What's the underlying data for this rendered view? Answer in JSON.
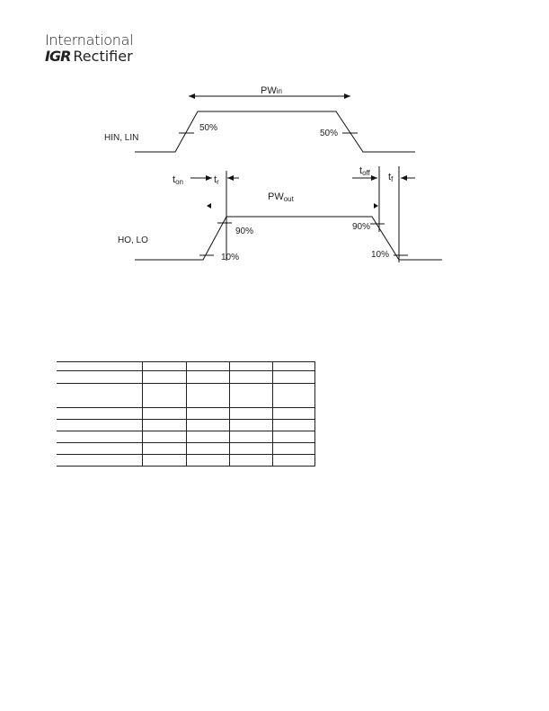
{
  "header": {
    "logo_line1": "International",
    "logo_mark": "IGR",
    "logo_line2": "Rectifier"
  },
  "diagram": {
    "pw_in_main": "PW",
    "pw_in_sub": "in",
    "pw_out_main": "PW",
    "pw_out_sub": "out",
    "input_signal_label": "HIN, LIN",
    "output_signal_label": "HO, LO",
    "rise_50": "50%",
    "fall_50": "50%",
    "t_on_main": "t",
    "t_on_sub": "on",
    "t_r_main": "t",
    "t_r_sub": "r",
    "t_off_main": "t",
    "t_off_sub": "off",
    "t_f_main": "t",
    "t_f_sub": "f",
    "out_rise_90": "90%",
    "out_rise_10": "10%",
    "out_fall_90": "90%",
    "out_fall_10": "10%"
  },
  "table": {
    "columns": 5,
    "rows": 8
  }
}
